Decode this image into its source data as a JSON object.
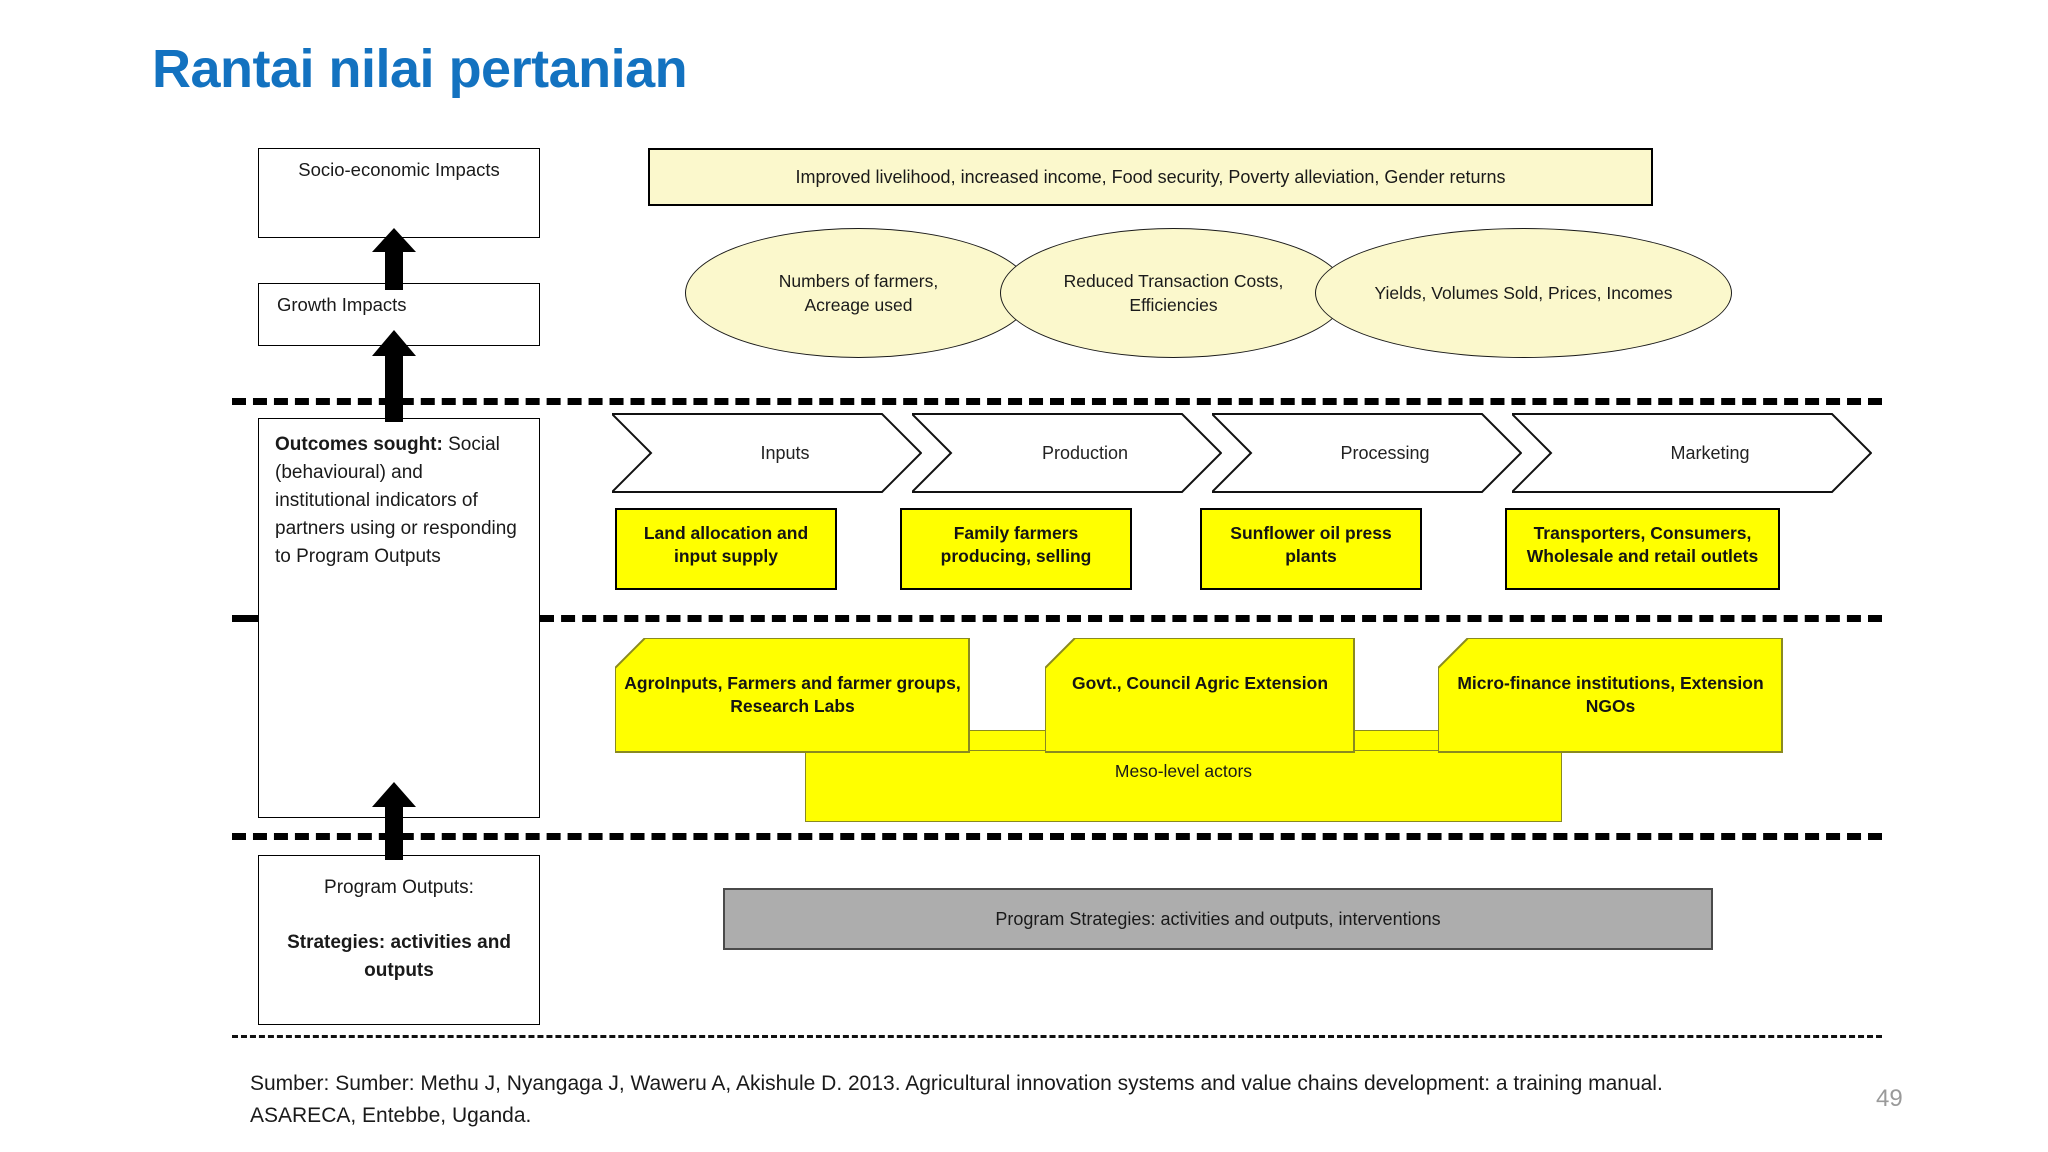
{
  "slide": {
    "title": "Rantai nilai pertanian",
    "page_number": "49",
    "title_color": "#1372C0"
  },
  "left_column": {
    "socio_economic": "Socio-economic Impacts",
    "growth": "Growth Impacts",
    "outcomes_heading": "Outcomes sought:",
    "outcomes_body": "Social (behavioural) and institutional indicators of partners using or responding to Program Outputs",
    "program_outputs_heading": "Program Outputs:",
    "program_outputs_body": "Strategies:  activities and outputs"
  },
  "impacts_banner": {
    "text": "Improved livelihood, increased income, Food security, Poverty alleviation, Gender returns",
    "fill": "#FBF8CC"
  },
  "indicator_ellipses": [
    {
      "text": "Numbers of farmers,\nAcreage used"
    },
    {
      "text": "Reduced Transaction Costs,\nEfficiencies"
    },
    {
      "text": "Yields, Volumes Sold, Prices, Incomes"
    }
  ],
  "value_chain_stages": [
    {
      "label": "Inputs"
    },
    {
      "label": "Production"
    },
    {
      "label": "Processing"
    },
    {
      "label": "Marketing"
    }
  ],
  "chain_actors": [
    {
      "text": "Land allocation and\ninput supply"
    },
    {
      "text": "Family farmers\nproducing, selling"
    },
    {
      "text": "Sunflower oil press\nplants"
    },
    {
      "text": "Transporters, Consumers,\nWholesale and retail outlets"
    }
  ],
  "meso_actors": {
    "bar_label": "Meso-level actors",
    "boxes": [
      {
        "text": "AgroInputs, Farmers and farmer groups,\nResearch Labs"
      },
      {
        "text": "Govt., Council Agric Extension"
      },
      {
        "text": "Micro-finance institutions, Extension\nNGOs"
      }
    ],
    "fill": "#FFFF00"
  },
  "program_strategies_bar": {
    "text": "Program Strategies: activities and outputs, interventions",
    "fill": "#ADADAD"
  },
  "source_note": "Sumber: Sumber: Methu J, Nyangaga J, Waweru A, Akishule D. 2013. Agricultural innovation systems and value chains development: a training manual. ASARECA, Entebbe, Uganda."
}
